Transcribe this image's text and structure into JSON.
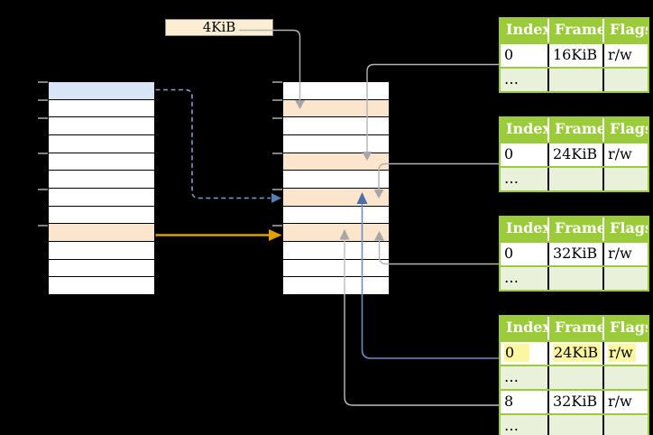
{
  "frame_size_label": "4KiB",
  "colors": {
    "table_green": "#9bcb3a",
    "table_light_green": "#e9f1da",
    "frame_peach": "#fce5cd",
    "virtual_page_blue": "#d7e5f6",
    "label_cream": "#fbeed2",
    "highlight_yellow": "#fbf6a0",
    "arrow_orange": "#dfa000",
    "arrow_blue": "#6d8ec4",
    "arrow_dashed_blue": "#7f9dc9",
    "arrow_grey": "#b3b3b3"
  },
  "virtual_memory": {
    "row_count": 12,
    "highlights": {
      "0": "blue",
      "8": "orange"
    },
    "tick_rows": [
      0,
      1,
      2,
      4,
      6,
      8
    ]
  },
  "physical_memory": {
    "row_count": 12,
    "highlights": {
      "1": "peach",
      "4": "peach",
      "6": "peach",
      "8": "peach"
    },
    "tick_rows": [
      0,
      1,
      2,
      4,
      6,
      8
    ]
  },
  "page_tables": [
    {
      "name": "page-table-1",
      "headers": [
        "Index",
        "Frame",
        "Flags"
      ],
      "rows": [
        {
          "index": "0",
          "frame": "16KiB",
          "flags": "r/w"
        },
        {
          "index": "…",
          "frame": "",
          "flags": ""
        }
      ]
    },
    {
      "name": "page-table-2",
      "headers": [
        "Index",
        "Frame",
        "Flags"
      ],
      "rows": [
        {
          "index": "0",
          "frame": "24KiB",
          "flags": "r/w"
        },
        {
          "index": "…",
          "frame": "",
          "flags": ""
        }
      ]
    },
    {
      "name": "page-table-3",
      "headers": [
        "Index",
        "Frame",
        "Flags"
      ],
      "rows": [
        {
          "index": "0",
          "frame": "32KiB",
          "flags": "r/w"
        },
        {
          "index": "…",
          "frame": "",
          "flags": ""
        }
      ]
    },
    {
      "name": "page-table-4",
      "headers": [
        "Index",
        "Frame",
        "Flags"
      ],
      "rows": [
        {
          "index": "0",
          "frame": "24KiB",
          "flags": "r/w",
          "highlighted": true
        },
        {
          "index": "…",
          "frame": "",
          "flags": ""
        },
        {
          "index": "8",
          "frame": "32KiB",
          "flags": "r/w"
        },
        {
          "index": "…",
          "frame": "",
          "flags": ""
        }
      ]
    }
  ]
}
